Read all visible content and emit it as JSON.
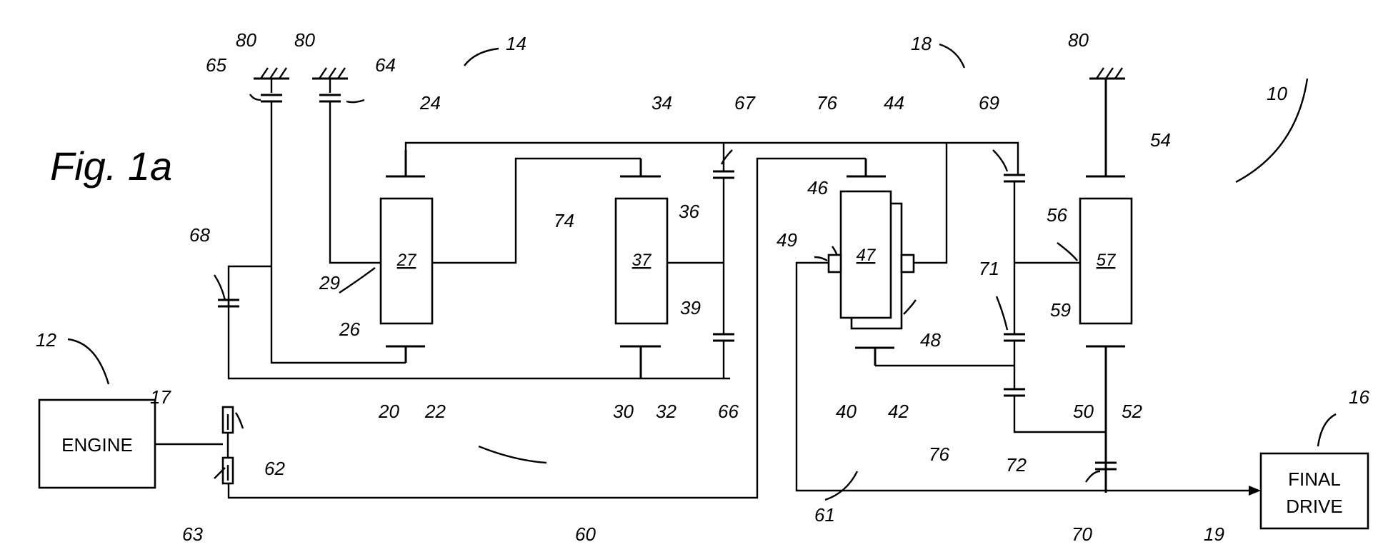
{
  "figure": {
    "title": "Fig. 1a"
  },
  "boxes": {
    "engine": "ENGINE",
    "final_drive_line1": "FINAL",
    "final_drive_line2": "DRIVE"
  },
  "gearsets": {
    "first": "27",
    "second": "37",
    "third": "47",
    "fourth": "57"
  },
  "ref": {
    "r10": "10",
    "r12": "12",
    "r14": "14",
    "r16": "16",
    "r17": "17",
    "r18": "18",
    "r19": "19",
    "r20": "20",
    "r22": "22",
    "r24": "24",
    "r26": "26",
    "r29": "29",
    "r30": "30",
    "r32": "32",
    "r34": "34",
    "r36": "36",
    "r39": "39",
    "r40": "40",
    "r42": "42",
    "r44": "44",
    "r46": "46",
    "r48": "48",
    "r49": "49",
    "r50": "50",
    "r52": "52",
    "r54": "54",
    "r56": "56",
    "r59": "59",
    "r60": "60",
    "r61": "61",
    "r62": "62",
    "r63": "63",
    "r64": "64",
    "r65": "65",
    "r66": "66",
    "r67": "67",
    "r68": "68",
    "r69": "69",
    "r70": "70",
    "r71": "71",
    "r72": "72",
    "r74": "74",
    "r76a": "76",
    "r76b": "76",
    "r80a": "80",
    "r80b": "80",
    "r80c": "80"
  }
}
